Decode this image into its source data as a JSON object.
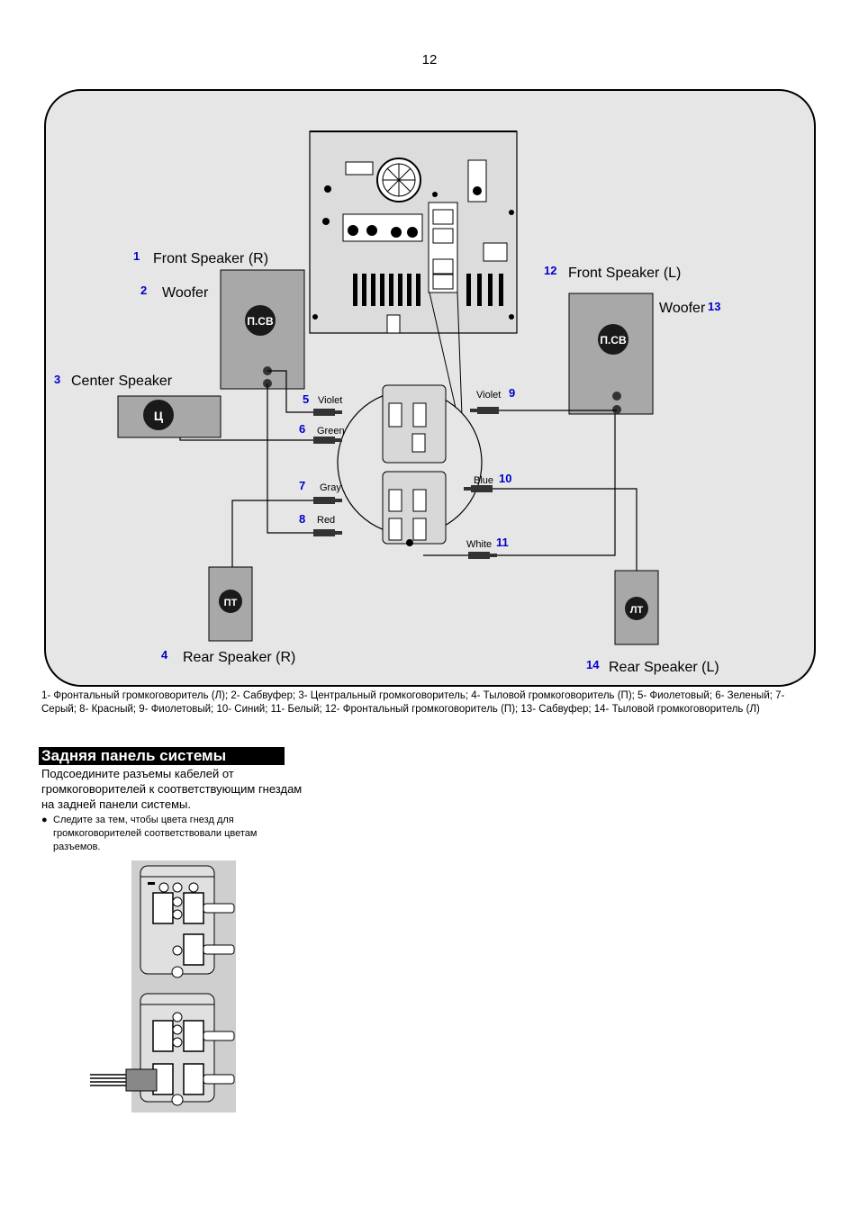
{
  "page_number": "12",
  "diagram": {
    "labels": {
      "front_speaker_r": {
        "number": "1",
        "text": "Front Speaker (R)"
      },
      "woofer_r": {
        "number": "2",
        "text": "Woofer"
      },
      "center_speaker": {
        "number": "3",
        "text": "Center Speaker"
      },
      "rear_speaker_r": {
        "number": "4",
        "text": "Rear Speaker (R)"
      },
      "front_speaker_l": {
        "number": "12",
        "text": "Front Speaker (L)"
      },
      "woofer_l": {
        "number": "13",
        "text": "Woofer"
      },
      "rear_speaker_l": {
        "number": "14",
        "text": "Rear Speaker (L)"
      }
    },
    "wires": [
      {
        "number": "5",
        "color": "Violet"
      },
      {
        "number": "6",
        "color": "Green"
      },
      {
        "number": "7",
        "color": "Gray"
      },
      {
        "number": "8",
        "color": "Red"
      },
      {
        "number": "9",
        "color": "Violet"
      },
      {
        "number": "10",
        "color": "Blue"
      },
      {
        "number": "11",
        "color": "White"
      }
    ],
    "speaker_badges": {
      "front_r": "П.СВ",
      "center": "Ц",
      "front_l": "П.СВ",
      "rear_r": "ПТ",
      "rear_l": "ЛТ"
    },
    "number_color": "#0000cc"
  },
  "caption": "1- Фронтальный громкоговоритель (Л); 2- Сабвуфер; 3- Центральный громкоговоритель; 4- Тыловой громкоговоритель (П); 5- Фиолетовый; 6- Зеленый; 7- Серый; 8- Красный; 9- Фиолетовый; 10- Синий; 11- Белый; 12- Фронтальный громкоговоритель (П); 13- Сабвуфер; 14- Тыловой громкоговоритель (Л)",
  "section": {
    "heading": "Задняя панель системы",
    "instructions": "Подсоедините разъемы кабелей от громкоговорителей к соответствующим гнездам на задней панели системы.",
    "bullet": "Следите за тем, чтобы цвета гнезд для громкоговорителей соответствовали цветам разъемов."
  }
}
